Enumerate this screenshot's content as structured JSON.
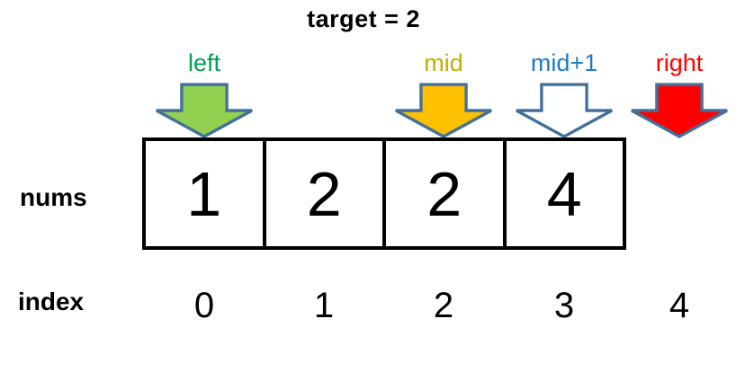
{
  "title": "target = 2",
  "colors": {
    "arrow_outline": "#41719C",
    "box_border": "#000000",
    "text": "#000000",
    "background": "#FFFFFF"
  },
  "pointers": [
    {
      "label": "left",
      "label_color": "#00A050",
      "arrow_fill": "#92D050",
      "points_to_index": "0"
    },
    {
      "label": "mid",
      "label_color": "#BFB000",
      "arrow_fill": "#FFC000",
      "points_to_index": "2"
    },
    {
      "label": "mid+1",
      "label_color": "#1F7CC2",
      "arrow_fill": "#FFFFFF",
      "points_to_index": "3"
    },
    {
      "label": "right",
      "label_color": "#FF0000",
      "arrow_fill": "#FF0000",
      "points_to_index": "4"
    }
  ],
  "nums_row": {
    "label": "nums",
    "values": [
      "1",
      "2",
      "2",
      "4"
    ]
  },
  "index_row": {
    "label": "index",
    "values": [
      "0",
      "1",
      "2",
      "3",
      "4"
    ]
  }
}
